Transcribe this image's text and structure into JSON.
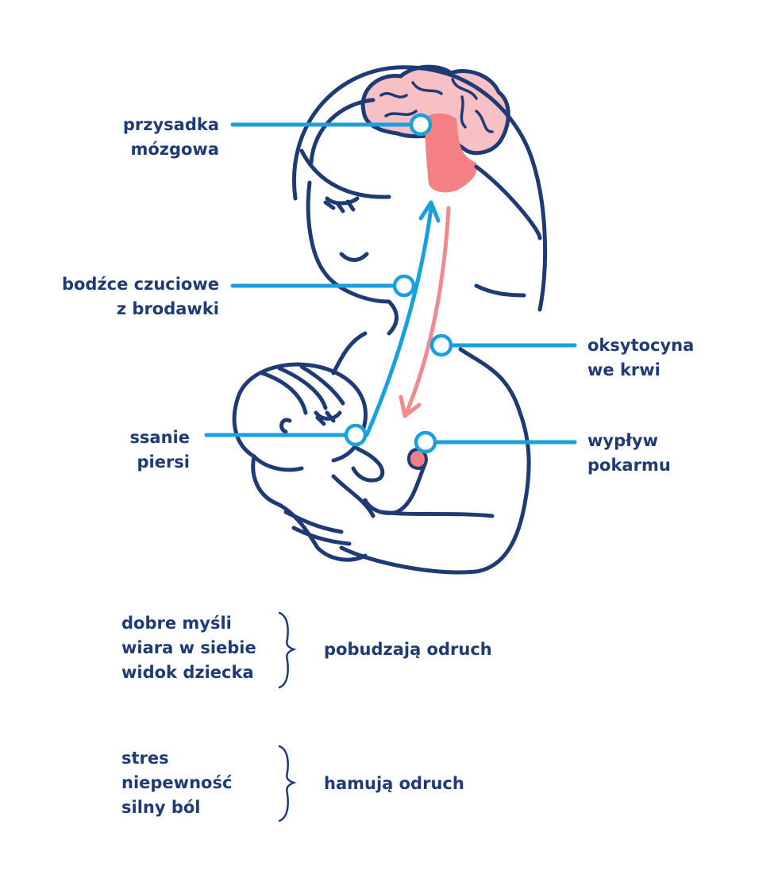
{
  "labels": {
    "pituitary": [
      "przysadka",
      "mózgowa"
    ],
    "nipple_stimuli": [
      "bodźce czuciowe",
      "z brodawki"
    ],
    "suckling": [
      "ssanie",
      "piersi"
    ],
    "oxytocin": [
      "oksytocyna",
      "we krwi"
    ],
    "milk_flow": [
      "wypływ",
      "pokarmu"
    ]
  },
  "factors": [
    {
      "items": [
        "dobre myśli",
        "wiara w siebie",
        "widok dziecka"
      ],
      "effect": "pobudzają odruch"
    },
    {
      "items": [
        "stres",
        "niepewność",
        "silny ból"
      ],
      "effect": "hamują odruch"
    }
  ],
  "colors": {
    "outline": "#1f3b76",
    "pointer": "#1aa0de",
    "brain": "#f6c0c4",
    "pituitary": "#f47f84",
    "oxytocin_arrow": "#f08a8e"
  },
  "icons": [
    "brain-icon",
    "mother-figure-icon",
    "baby-figure-icon"
  ]
}
